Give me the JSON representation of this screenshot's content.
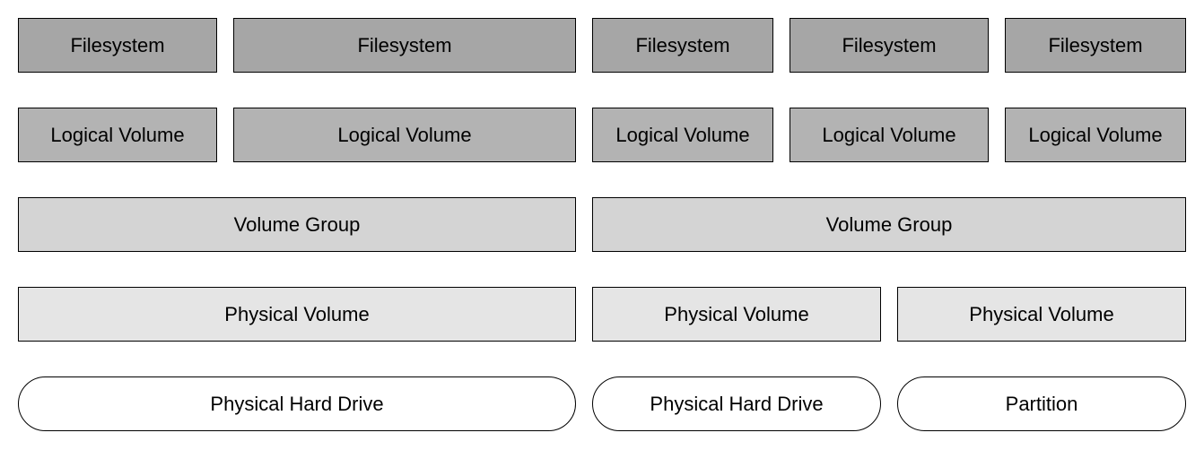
{
  "diagram": {
    "filesystems": [
      "Filesystem",
      "Filesystem",
      "Filesystem",
      "Filesystem",
      "Filesystem"
    ],
    "logical_volumes": [
      "Logical Volume",
      "Logical Volume",
      "Logical Volume",
      "Logical Volume",
      "Logical Volume"
    ],
    "volume_groups": [
      "Volume Group",
      "Volume Group"
    ],
    "physical_volumes": [
      "Physical Volume",
      "Physical Volume",
      "Physical Volume"
    ],
    "devices": [
      "Physical Hard Drive",
      "Physical Hard Drive",
      "Partition"
    ]
  },
  "colors": {
    "filesystem": "#a6a6a6",
    "logical_volume": "#b3b3b3",
    "volume_group": "#d4d4d4",
    "physical_volume": "#e5e5e5",
    "device": "#ffffff",
    "border": "#000000"
  }
}
